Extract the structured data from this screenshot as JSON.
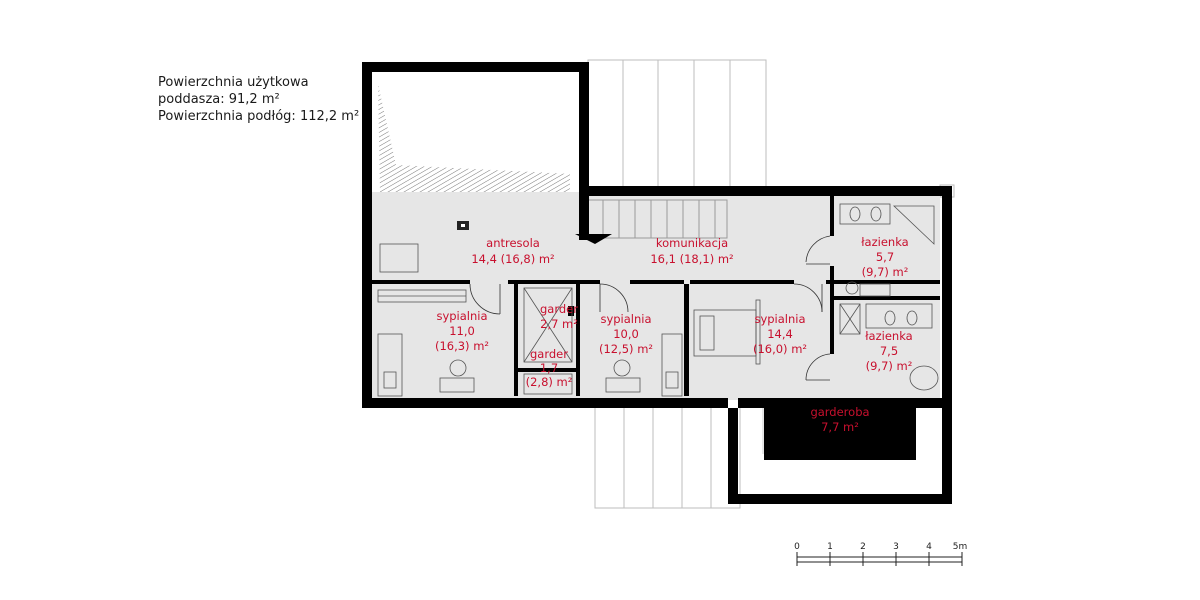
{
  "info": {
    "line1": "Powierzchnia użytkowa",
    "line2": "poddasza: 91,2 m²",
    "line3": "Powierzchnia podłóg: 112,2 m²"
  },
  "rooms": {
    "antresola": {
      "name": "antresola",
      "area": "14,4 (16,8) m²"
    },
    "komunikacja": {
      "name": "komunikacja",
      "area": "16,1 (18,1) m²"
    },
    "lazienka1": {
      "name": "łazienka",
      "area": "5,7",
      "floor": "(9,7) m²"
    },
    "sypialnia1": {
      "name": "sypialnia",
      "area": "11,0",
      "floor": "(16,3) m²"
    },
    "garder1": {
      "name": "garder",
      "area": "2,7 m²"
    },
    "garder2": {
      "name": "garder",
      "area": "1,7",
      "floor": "(2,8) m²"
    },
    "sypialnia2": {
      "name": "sypialnia",
      "area": "10,0",
      "floor": "(12,5) m²"
    },
    "sypialnia3": {
      "name": "sypialnia",
      "area": "14,4",
      "floor": "(16,0) m²"
    },
    "lazienka2": {
      "name": "łazienka",
      "area": "7,5",
      "floor": "(9,7) m²"
    },
    "garderoba": {
      "name": "garderoba",
      "area": "7,7 m²"
    }
  },
  "scale": {
    "ticks": [
      "0",
      "1",
      "2",
      "3",
      "4",
      "5m"
    ]
  },
  "colors": {
    "wall": "#000000",
    "floor": "#e6e6e6",
    "label": "#c8102e"
  }
}
